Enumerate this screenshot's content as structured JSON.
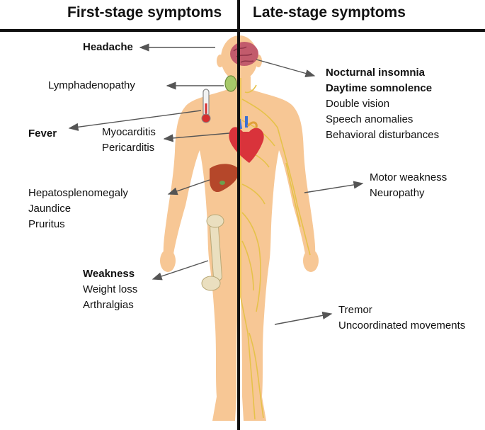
{
  "headers": {
    "left": "First-stage symptoms",
    "right": "Late-stage symptoms"
  },
  "colors": {
    "skin": "#f7c795",
    "skin_shadow": "#f0b57c",
    "nerve": "#e6c24a",
    "arrow": "#555555",
    "divider": "#111111"
  },
  "labels": {
    "headache": "Headache",
    "lymphadenopathy": "Lymphadenopathy",
    "fever": "Fever",
    "myocarditis": "Myocarditis",
    "pericarditis": "Pericarditis",
    "hepatosplenomegaly": "Hepatosplenomegaly",
    "jaundice": "Jaundice",
    "pruritus": "Pruritus",
    "weakness": "Weakness",
    "weight_loss": "Weight loss",
    "arthralgias": "Arthralgias",
    "nocturnal_insomnia": "Nocturnal insomnia",
    "daytime_somnolence": "Daytime somnolence",
    "double_vision": "Double vision",
    "speech_anomalies": "Speech anomalies",
    "behavioral_disturbances": "Behavioral disturbances",
    "motor_weakness": "Motor weakness",
    "neuropathy": "Neuropathy",
    "tremor": "Tremor",
    "uncoordinated_movements": "Uncoordinated movements"
  },
  "icons": [
    "brain-icon",
    "lymph-node-icon",
    "thermometer-icon",
    "heart-icon",
    "liver-icon",
    "bone-icon",
    "nervous-system-icon"
  ]
}
